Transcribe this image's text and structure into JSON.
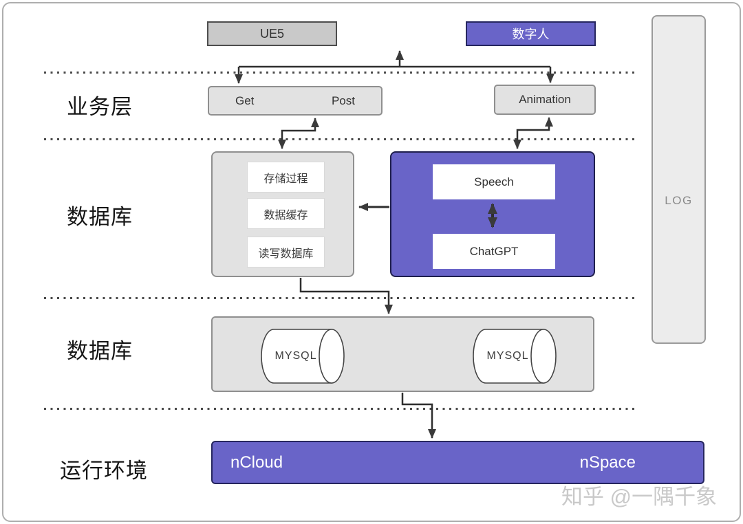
{
  "diagram": {
    "top_row": {
      "ue5_label": "UE5",
      "digital_human_label": "数字人"
    },
    "layer_labels": {
      "business": "业务层",
      "database_service": "数据库",
      "database_storage": "数据库",
      "runtime": "运行环境"
    },
    "business_layer": {
      "get_label": "Get",
      "post_label": "Post",
      "animation_label": "Animation"
    },
    "db_service_panel": {
      "items": [
        "存储过程",
        "数据缓存",
        "读写数据库"
      ]
    },
    "ai_panel": {
      "speech_label": "Speech",
      "chatgpt_label": "ChatGPT"
    },
    "storage_layer": {
      "mysql_left_label": "MYSQL",
      "mysql_right_label": "MYSQL"
    },
    "runtime_layer": {
      "ncloud_label": "nCloud",
      "nspace_label": "nSpace"
    },
    "log_panel": {
      "label": "LOG"
    }
  },
  "watermark": {
    "text": "知乎 @一隅千象"
  },
  "colors": {
    "accent": "#6964c8",
    "accent-border": "#26265f",
    "dark-box-fill": "#c9c9c9",
    "dark-box-border": "#4d4d4d",
    "panel-fill": "#e2e2e2",
    "panel-border": "#8f8f8f",
    "line-color": "#2e2e2e",
    "log-fill": "#ececec",
    "log-text": "#8a8a8a",
    "watermark-color": "#c9c9c9",
    "text-dark": "#333333"
  }
}
